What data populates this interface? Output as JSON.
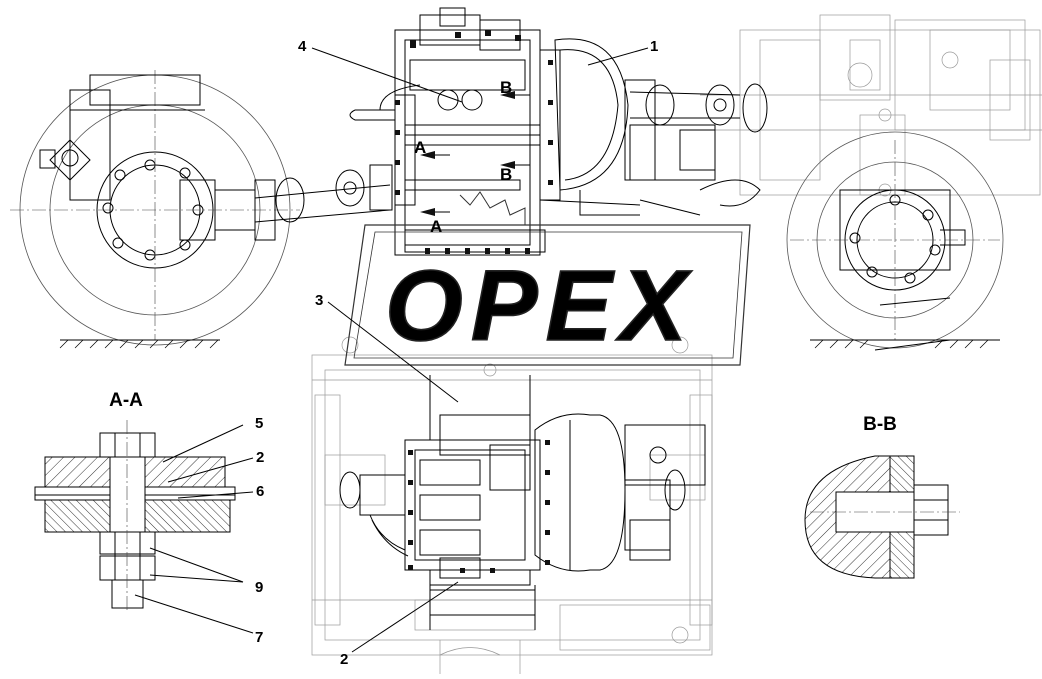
{
  "watermark": "OPEX",
  "section_aa": {
    "title": "A-A"
  },
  "section_bb": {
    "title": "B-B"
  },
  "callouts": [
    {
      "id": "c1",
      "label": "1"
    },
    {
      "id": "c4",
      "label": "4"
    },
    {
      "id": "c3",
      "label": "3"
    },
    {
      "id": "c2b",
      "label": "2"
    },
    {
      "id": "c5",
      "label": "5"
    },
    {
      "id": "c2a",
      "label": "2"
    },
    {
      "id": "c6",
      "label": "6"
    },
    {
      "id": "c9",
      "label": "9"
    },
    {
      "id": "c7",
      "label": "7"
    }
  ],
  "view_marks": [
    {
      "label": "B"
    },
    {
      "label": "B"
    },
    {
      "label": "A"
    },
    {
      "label": "A"
    }
  ],
  "colors": {
    "line": "#000000",
    "faint": "#999999",
    "background": "#ffffff"
  }
}
